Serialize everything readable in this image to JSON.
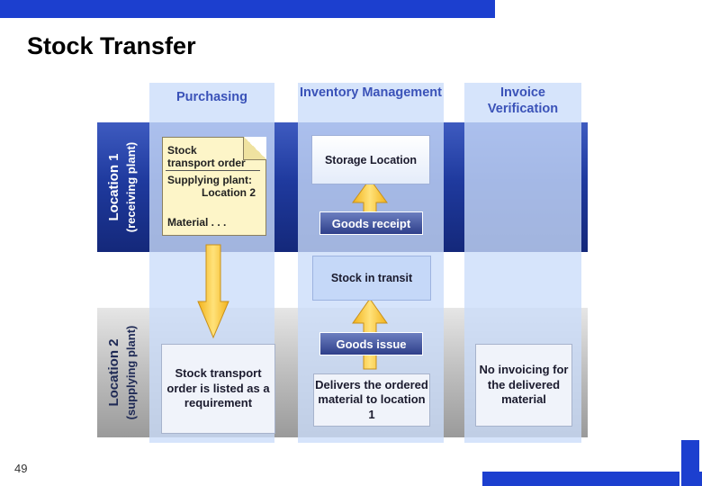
{
  "slide": {
    "title": "Stock Transfer",
    "page_number": "49"
  },
  "diagram": {
    "columns": {
      "purchasing": "Purchasing",
      "inventory": "Inventory Management",
      "invoice": "Invoice Verification"
    },
    "rows": {
      "location1": {
        "name": "Location 1",
        "role": "(receiving plant)"
      },
      "location2": {
        "name": "Location 2",
        "role": "(supplying plant)"
      }
    },
    "document": {
      "title_line1": "Stock",
      "title_line2": "transport order",
      "supplying": "Supplying plant:",
      "location": "Location 2",
      "material": "Material . . ."
    },
    "boxes": {
      "storage_location": "Storage Location",
      "goods_receipt": "Goods receipt",
      "stock_in_transit": "Stock in transit",
      "goods_issue": "Goods issue",
      "requirement": "Stock transport order is listed as a requirement",
      "delivers": "Delivers the ordered material to location 1",
      "no_invoicing": "No invoicing for the delivered material"
    }
  },
  "colors": {
    "brand_blue": "#1c3fcf",
    "location1_band": "#1f3a9e",
    "location2_band": "#c2c2c2",
    "column_fill": "#cadbfa",
    "heading_blue": "#3a52b8",
    "arrow_yellow": "#f7c21a"
  }
}
